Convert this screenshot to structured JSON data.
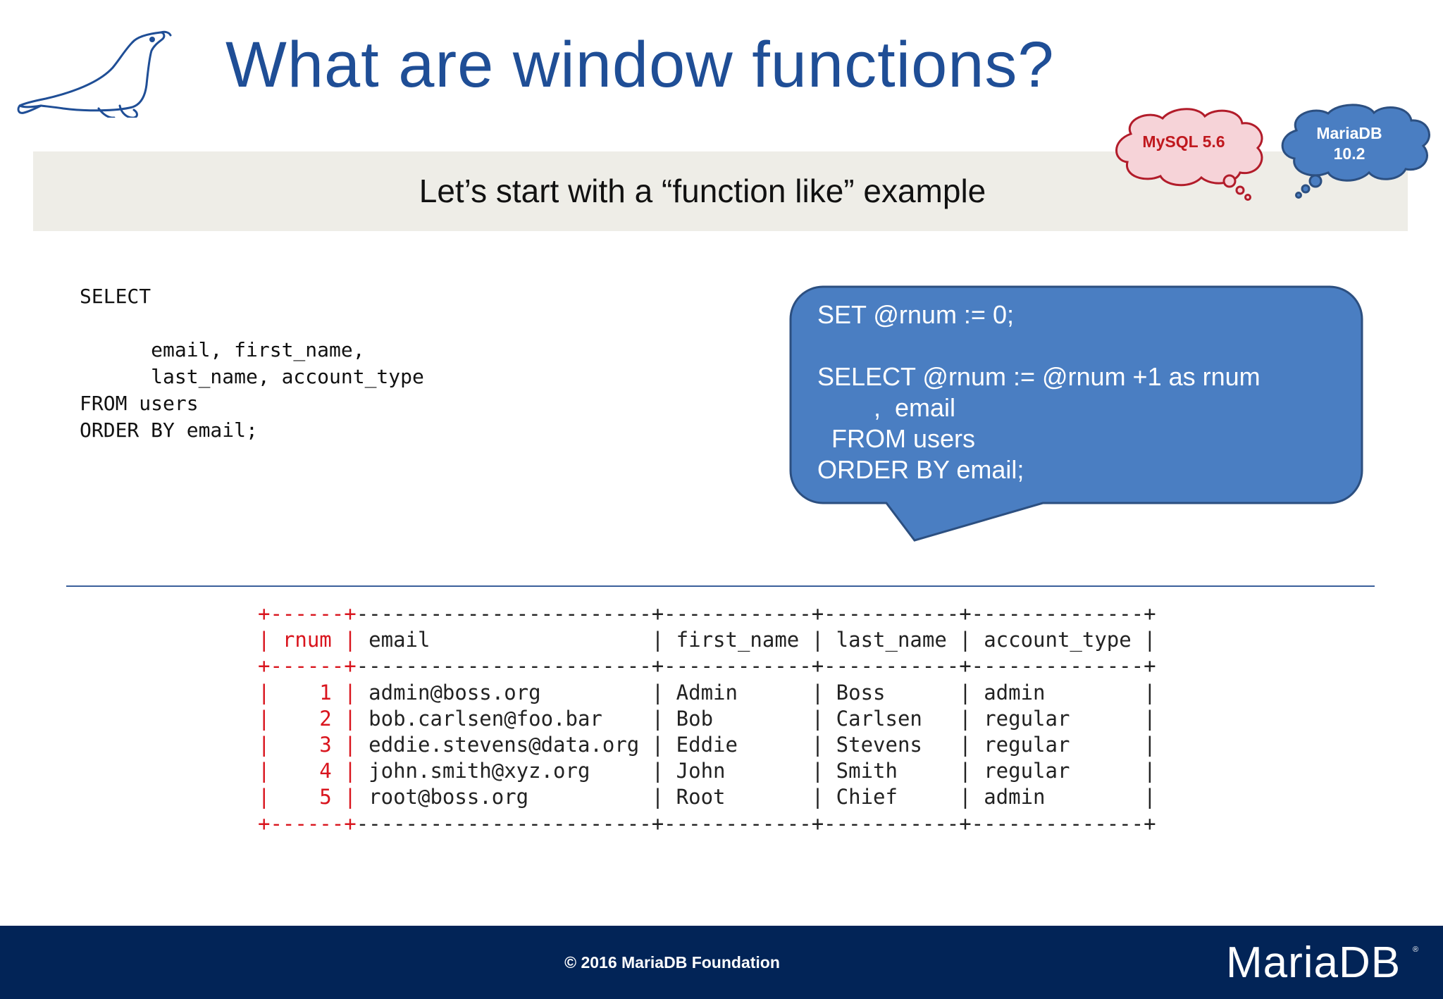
{
  "slide": {
    "title": "What are window functions?",
    "subtitle": "Let’s start with a “function like” example"
  },
  "badges": {
    "mysql": "MySQL 5.6",
    "mariadb_line1": "MariaDB",
    "mariadb_line2": "10.2"
  },
  "query": {
    "lines": [
      "SELECT",
      "",
      "      email, first_name,",
      "      last_name, account_type",
      "FROM users",
      "ORDER BY email;"
    ]
  },
  "bubble": {
    "lines": [
      "SET @rnum := 0;",
      "",
      "SELECT @rnum := @rnum +1 as rnum",
      "        ,  email",
      "  FROM users",
      "ORDER BY email;"
    ]
  },
  "result": {
    "headers": [
      "rnum",
      "email",
      "first_name",
      "last_name",
      "account_type"
    ],
    "rows": [
      [
        "1",
        "admin@boss.org",
        "Admin",
        "Boss",
        "admin"
      ],
      [
        "2",
        "bob.carlsen@foo.bar",
        "Bob",
        "Carlsen",
        "regular"
      ],
      [
        "3",
        "eddie.stevens@data.org",
        "Eddie",
        "Stevens",
        "regular"
      ],
      [
        "4",
        "john.smith@xyz.org",
        "John",
        "Smith",
        "regular"
      ],
      [
        "5",
        "root@boss.org",
        "Root",
        "Chief",
        "admin"
      ]
    ]
  },
  "footer": {
    "copyright": "© 2016 MariaDB Foundation",
    "brand": "MariaDB",
    "brand_mark": "®"
  },
  "colors": {
    "title": "#1f4e96",
    "band": "#eeede7",
    "bubble_fill": "#4a7ec2",
    "bubble_stroke": "#2c4f80",
    "mysql_cloud_fill": "#f6d3d8",
    "mysql_cloud_stroke": "#b21c2a",
    "mariadb_cloud_fill": "#4a7ec2",
    "footer_bg": "#022457",
    "highlight_red": "#d9151e"
  },
  "icons": {
    "logo": "seal-icon"
  }
}
